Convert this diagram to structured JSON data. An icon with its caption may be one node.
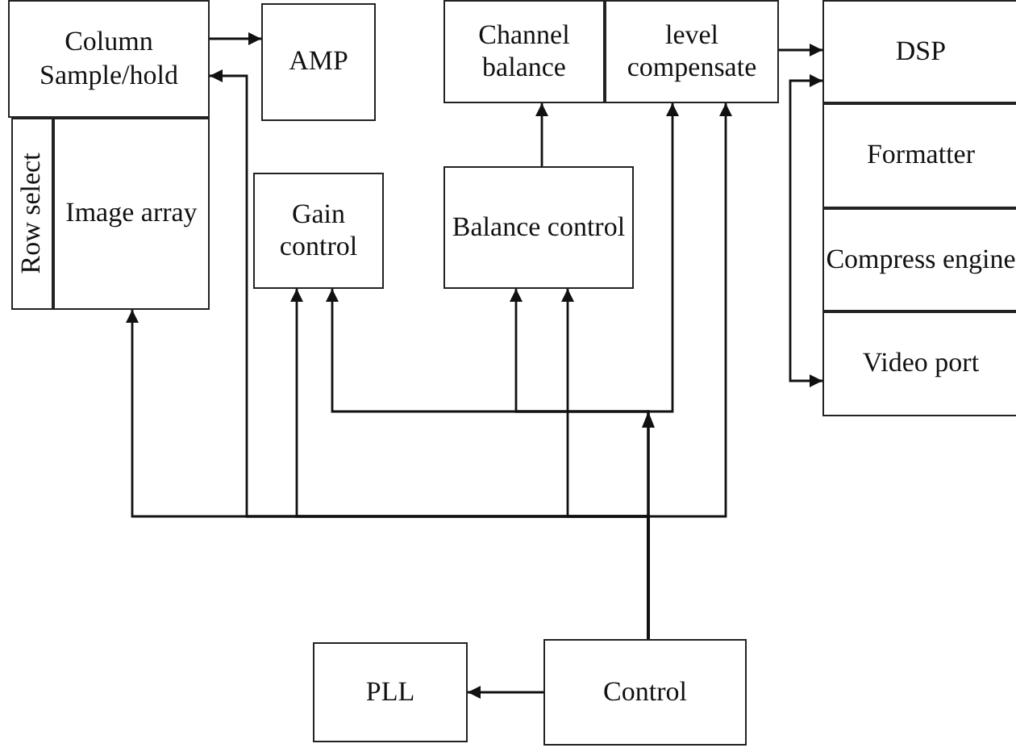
{
  "diagram": {
    "nodes": [
      {
        "text": [
          "Column Sample/hold"
        ]
      },
      {
        "text": [
          "AMP"
        ]
      },
      {
        "text": [
          "Channel balance"
        ]
      },
      {
        "text": [
          "level compensate"
        ]
      },
      {
        "text": [
          "DSP"
        ]
      },
      {
        "text": [
          "Row select"
        ]
      },
      {
        "text": [
          "Image array"
        ]
      },
      {
        "text": [
          "Gain control"
        ]
      },
      {
        "text": [
          "Balance control"
        ]
      },
      {
        "text": [
          "Formatter"
        ]
      },
      {
        "text": [
          "Compress engine"
        ]
      },
      {
        "text": [
          "Video port"
        ]
      },
      {
        "text": [
          "PLL"
        ]
      },
      {
        "text": [
          "Control"
        ]
      }
    ],
    "edges": [
      {
        "from": 0,
        "to": 1,
        "arrow": "to"
      },
      {
        "from": 13,
        "to": 0,
        "arrow": "to"
      },
      {
        "from": 13,
        "to": 6,
        "arrow": "to"
      },
      {
        "from": 13,
        "to": 7,
        "arrow": "to"
      },
      {
        "from": 13,
        "to": 7,
        "arrow": "to"
      },
      {
        "from": 13,
        "to": 8,
        "arrow": "to"
      },
      {
        "from": 13,
        "to": 8,
        "arrow": "to"
      },
      {
        "from": 13,
        "to": 3,
        "arrow": "to"
      },
      {
        "from": 13,
        "to": 3,
        "arrow": "to"
      },
      {
        "from": 8,
        "to": 2,
        "arrow": "to"
      },
      {
        "from": 3,
        "to": 4,
        "arrow": "to"
      },
      {
        "from": 4,
        "to": 11,
        "arrow": "both"
      },
      {
        "from": 13,
        "to": 12,
        "arrow": "to"
      }
    ]
  }
}
